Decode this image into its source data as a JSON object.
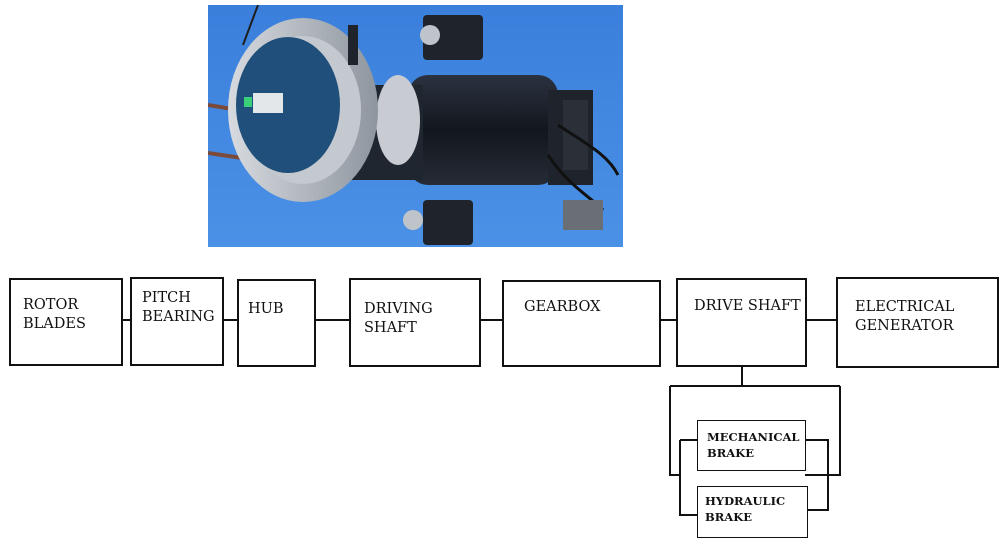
{
  "photo": {
    "subject": "wind-turbine-hub-and-drivetrain",
    "colors": {
      "sky": "#3f86df",
      "metal": "#b9bfc7",
      "dark": "#1c1f26"
    }
  },
  "diagram": {
    "blocks": [
      {
        "id": "rotor",
        "label": "ROTOR\nBLADES"
      },
      {
        "id": "pitch",
        "label": "PITCH\nBEARING"
      },
      {
        "id": "hub",
        "label": "HUB"
      },
      {
        "id": "driving",
        "label": "DRIVING\nSHAFT"
      },
      {
        "id": "gearbox",
        "label": "GEARBOX"
      },
      {
        "id": "drive",
        "label": "DRIVE SHAFT"
      },
      {
        "id": "generator",
        "label": "ELECTRICAL\nGENERATOR"
      }
    ],
    "brakes": [
      {
        "id": "mech",
        "label": "MECHANICAL\nBRAKE"
      },
      {
        "id": "hyd",
        "label": "HYDRAULIC\nBRAKE"
      }
    ]
  }
}
